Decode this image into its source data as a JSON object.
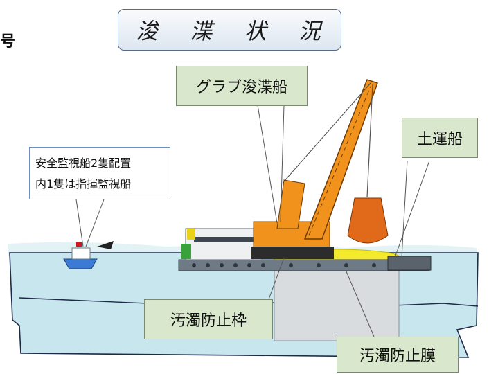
{
  "title": "浚 渫 状 況",
  "corner_text": "号",
  "callouts": {
    "grab_dredger": "グラブ浚渫船",
    "barge": "土運船",
    "frame": "汚濁防止枠",
    "membrane": "汚濁防止膜"
  },
  "note": {
    "line1": "安全監視船2隻配置",
    "line2": "内1隻は指揮監視船"
  },
  "colors": {
    "water": "#c7e6ee",
    "crane": "#f0921b",
    "callout_fill": "#d9e8cc",
    "fence": "#f2ea2a"
  }
}
